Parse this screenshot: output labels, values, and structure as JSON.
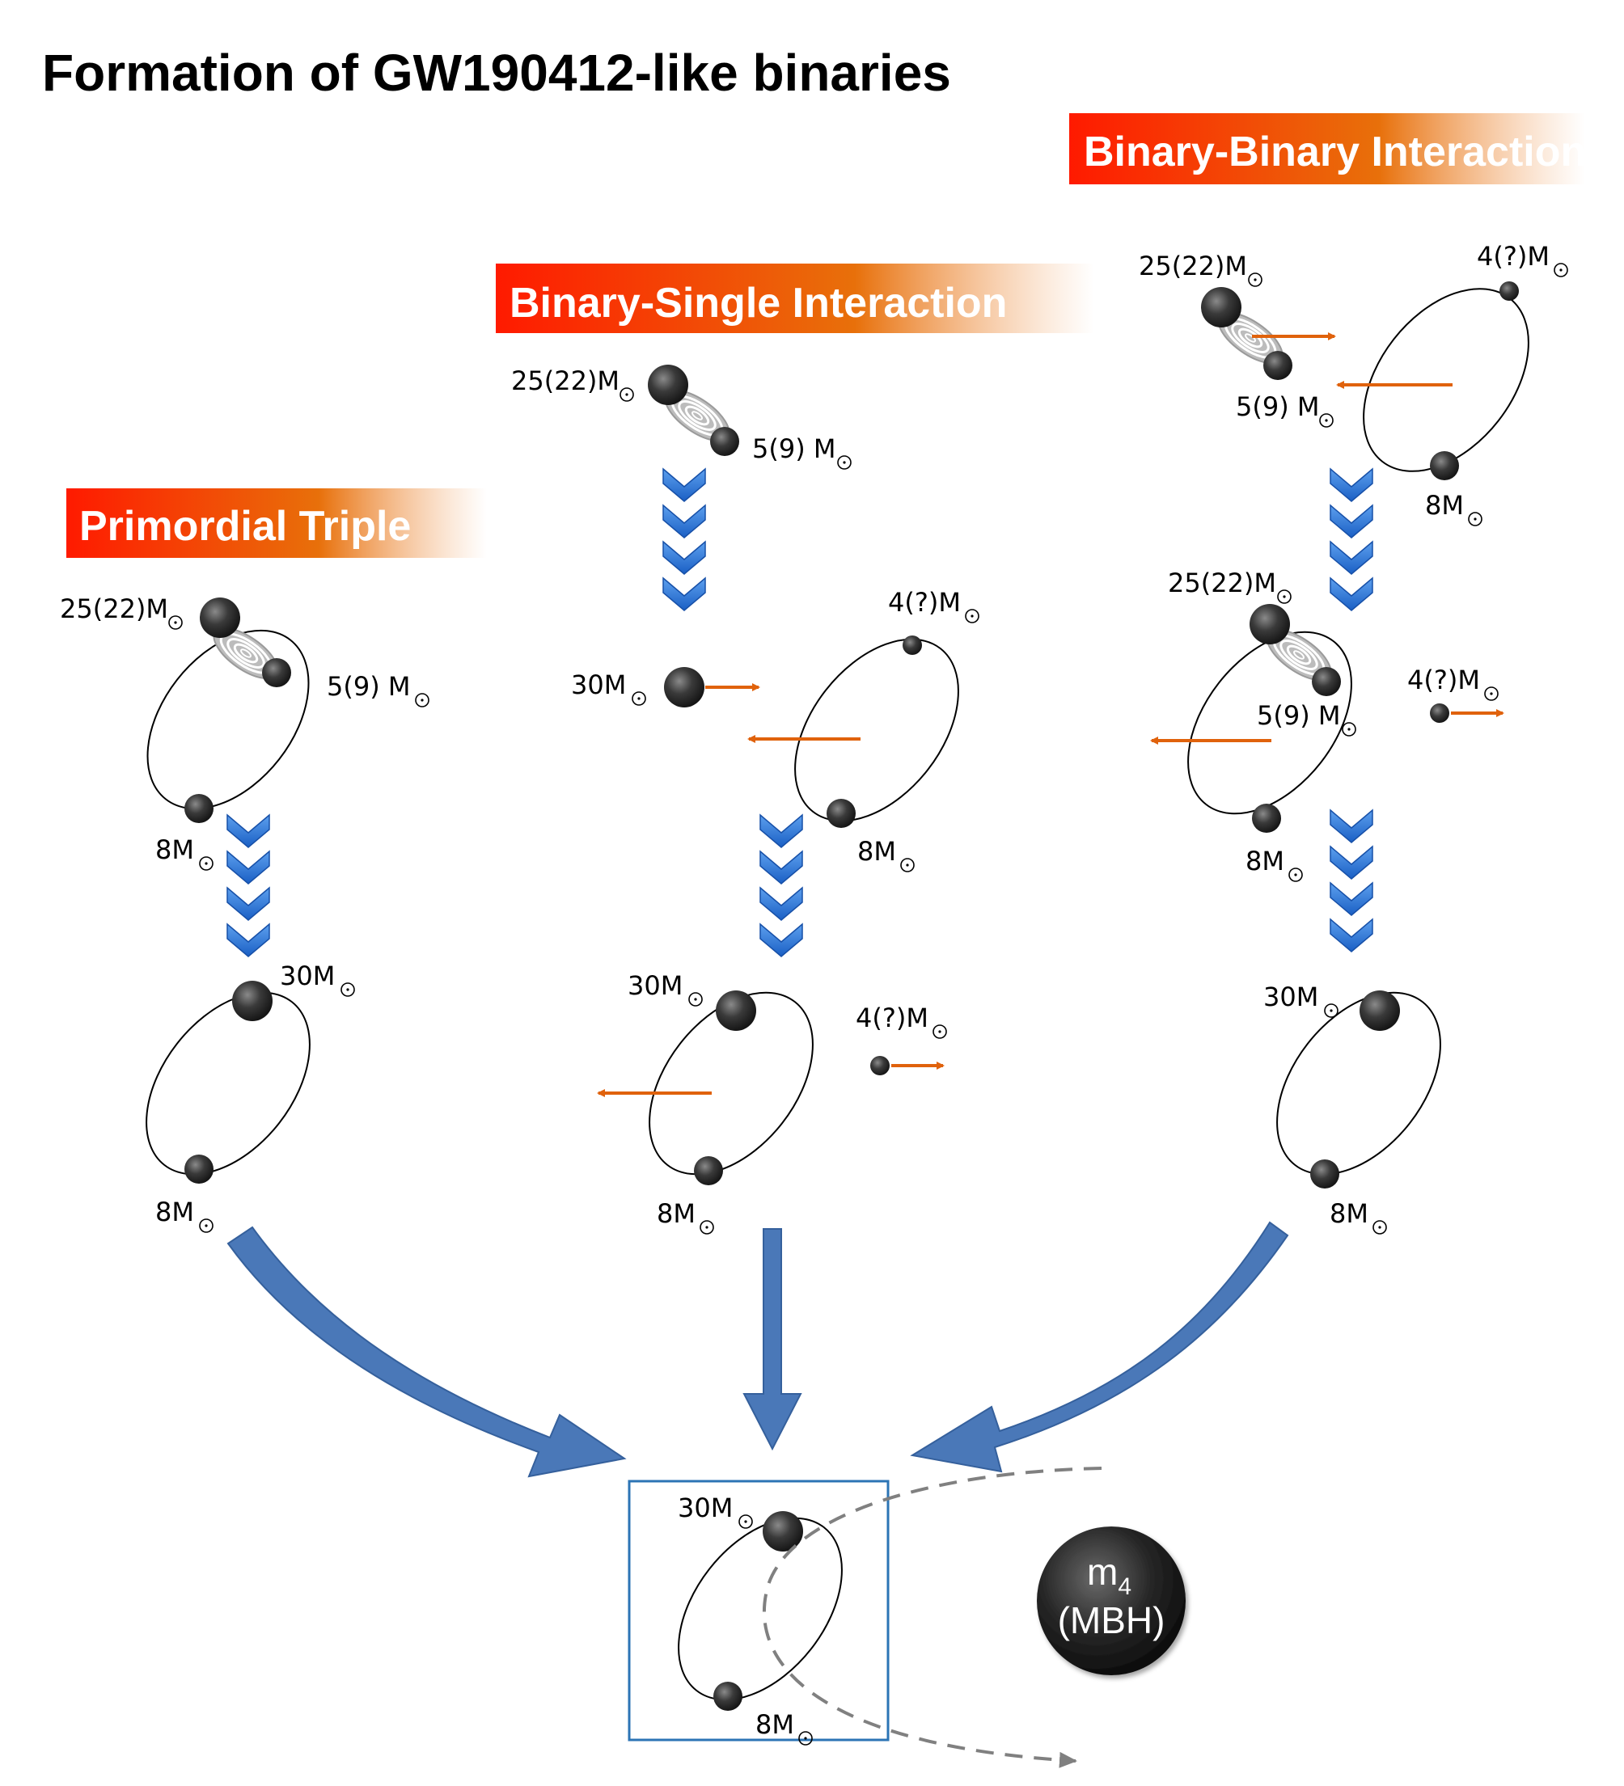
{
  "title": "Formation of GW190412-like binaries",
  "channels": {
    "primordial_triple": "Primordial Triple",
    "binary_single": "Binary-Single Interaction",
    "binary_binary": "Binary-Binary Interaction"
  },
  "mass_labels": {
    "inner_primary": "25(22)M",
    "inner_secondary": "5(9) M",
    "tertiary": "8M",
    "merged": "30M",
    "intruder": "4(?)M"
  },
  "mbh": {
    "line1": "m",
    "subscript": "4",
    "line2": "(MBH)"
  },
  "colors": {
    "banner_start": "#ff1a00",
    "banner_mid": "#e8700a",
    "chevron": "#1f6fd1",
    "big_arrow": "#4a78b8",
    "orange_arrow": "#e0620c",
    "box_border": "#2c74b5",
    "dashed_path": "#808080"
  }
}
